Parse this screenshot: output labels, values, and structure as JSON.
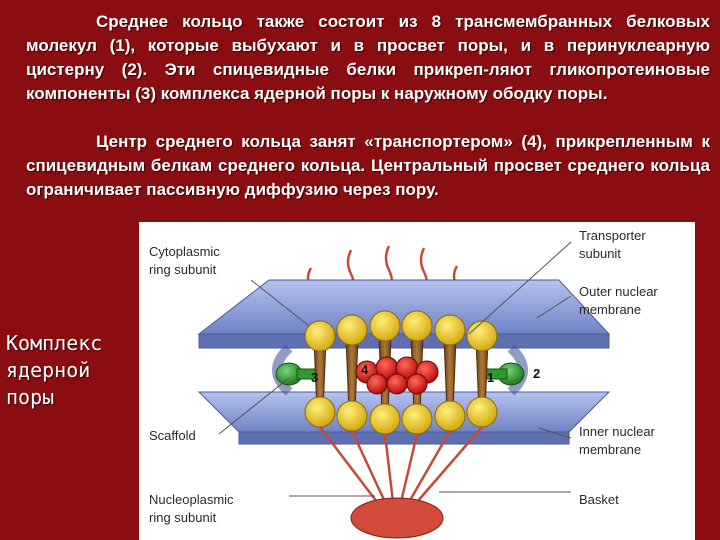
{
  "text": {
    "paragraph_1": "Среднее кольцо также состоит из 8 трансмембранных белковых молекул (1), которые выбухают и в просвет поры, и в перинуклеарную цистерну (2). Эти спицевидные белки прикреп-ляют гликопротеиновые компоненты (3) комплекса ядерной поры к наружному ободку поры.",
    "paragraph_2": "Центр среднего кольца занят «транспортером» (4), прикрепленным к спицевидным белкам среднего кольца. Центральный просвет среднего кольца ограничивает пассивную диффузию через пору."
  },
  "side_caption": {
    "line1": "Комплекс",
    "line2": "ядерной",
    "line3": "поры"
  },
  "figure": {
    "labels": {
      "cytoplasmic_1": "Cytoplasmic",
      "cytoplasmic_2": "ring subunit",
      "transporter_1": "Transporter",
      "transporter_2": "subunit",
      "outer_1": "Outer nuclear",
      "outer_2": "membrane",
      "scaffold": "Scaffold",
      "inner_1": "Inner nuclear",
      "inner_2": "membrane",
      "nucleoplasmic_1": "Nucleoplasmic",
      "nucleoplasmic_2": "ring subunit",
      "basket": "Basket"
    },
    "numbers": {
      "n1": "1",
      "n2": "2",
      "n3": "3",
      "n4": "4"
    }
  },
  "colors": {
    "background": "#8a0d12",
    "membrane": "#8fa0d8",
    "ring_yellow": "#e6c21a",
    "spoke_brown": "#8a5a2b",
    "transporter_red": "#d61a1a",
    "glyco_green": "#2f9a2f",
    "filament": "#c44a3a"
  }
}
